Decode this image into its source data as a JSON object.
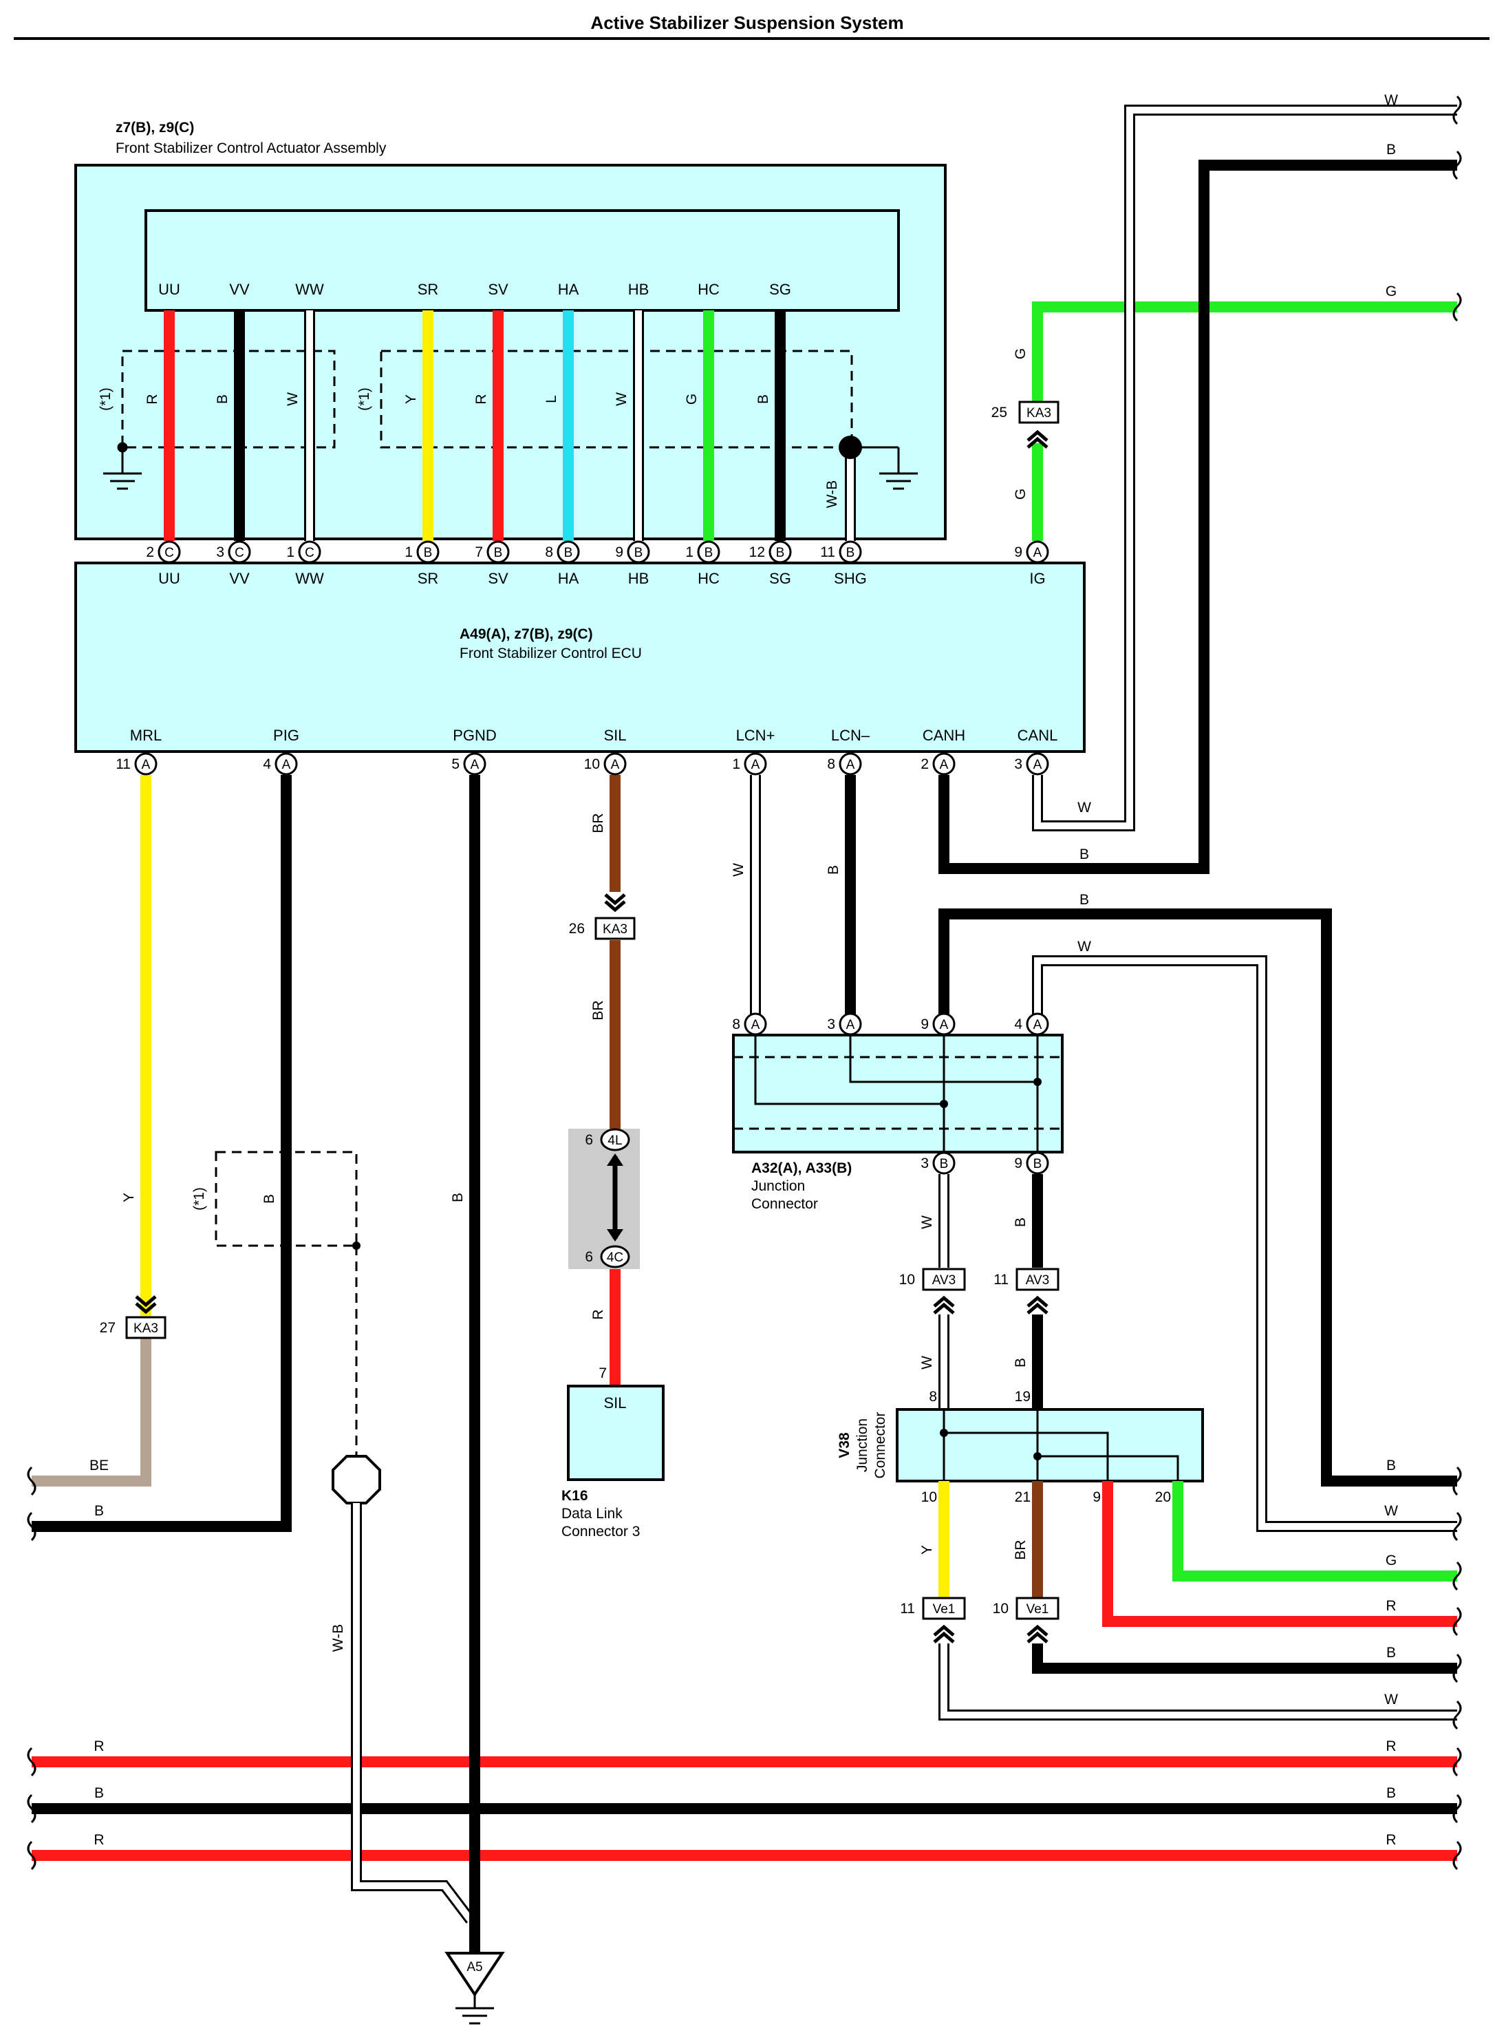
{
  "title": "Active Stabilizer Suspension System",
  "actuator": {
    "ref": "z7(B), z9(C)",
    "name": "Front Stabilizer Control Actuator Assembly",
    "inner_terminals": [
      "UU",
      "VV",
      "WW",
      "SR",
      "SV",
      "HA",
      "HB",
      "HC",
      "SG"
    ],
    "wire_codes": [
      "R",
      "B",
      "W",
      "Y",
      "R",
      "L",
      "W",
      "G",
      "B"
    ],
    "option_mark": "(*1)",
    "shield_wire": "W-B"
  },
  "ecu": {
    "ref": "A49(A), z7(B), z9(C)",
    "name": "Front Stabilizer Control ECU",
    "top_pins": [
      {
        "num": "2",
        "conn": "C",
        "label": "UU"
      },
      {
        "num": "3",
        "conn": "C",
        "label": "VV"
      },
      {
        "num": "1",
        "conn": "C",
        "label": "WW"
      },
      {
        "num": "1",
        "conn": "B",
        "label": "SR"
      },
      {
        "num": "7",
        "conn": "B",
        "label": "SV"
      },
      {
        "num": "8",
        "conn": "B",
        "label": "HA"
      },
      {
        "num": "9",
        "conn": "B",
        "label": "HB"
      },
      {
        "num": "1",
        "conn": "B",
        "label": "HC"
      },
      {
        "num": "12",
        "conn": "B",
        "label": "SG"
      },
      {
        "num": "11",
        "conn": "B",
        "label": "SHG"
      },
      {
        "num": "9",
        "conn": "A",
        "label": "IG"
      }
    ],
    "bottom_pins": [
      {
        "num": "11",
        "conn": "A",
        "label": "MRL"
      },
      {
        "num": "4",
        "conn": "A",
        "label": "PIG"
      },
      {
        "num": "5",
        "conn": "A",
        "label": "PGND"
      },
      {
        "num": "10",
        "conn": "A",
        "label": "SIL"
      },
      {
        "num": "1",
        "conn": "A",
        "label": "LCN+"
      },
      {
        "num": "8",
        "conn": "A",
        "label": "LCN–"
      },
      {
        "num": "2",
        "conn": "A",
        "label": "CANH"
      },
      {
        "num": "3",
        "conn": "A",
        "label": "CANL"
      }
    ]
  },
  "junction_a32": {
    "ref": "A32(A), A33(B)",
    "name_line1": "Junction",
    "name_line2": "Connector",
    "top_pins": [
      {
        "num": "8",
        "conn": "A"
      },
      {
        "num": "3",
        "conn": "A"
      },
      {
        "num": "9",
        "conn": "A"
      },
      {
        "num": "4",
        "conn": "A"
      }
    ],
    "bottom_pins": [
      {
        "num": "3",
        "conn": "B"
      },
      {
        "num": "9",
        "conn": "B"
      }
    ]
  },
  "junction_v38": {
    "ref": "V38",
    "name_line1": "Junction",
    "name_line2": "Connector",
    "top_pins": [
      "8",
      "19"
    ],
    "bottom_pins": [
      "10",
      "21",
      "9",
      "20"
    ]
  },
  "dlc": {
    "ref": "K16",
    "name_line1": "Data Link",
    "name_line2": "Connector 3",
    "terminal": "SIL",
    "pin": "7"
  },
  "connectors": {
    "ka3_ig": {
      "num": "25",
      "label": "KA3"
    },
    "ka3_sil": {
      "num": "26",
      "label": "KA3"
    },
    "ka3_mrl": {
      "num": "27",
      "label": "KA3"
    },
    "jc_4l": {
      "num": "6",
      "label": "4L"
    },
    "jc_4c": {
      "num": "6",
      "label": "4C"
    },
    "av3_w": {
      "num": "10",
      "label": "AV3"
    },
    "av3_b": {
      "num": "11",
      "label": "AV3"
    },
    "ve1_y": {
      "num": "11",
      "label": "Ve1"
    },
    "ve1_br": {
      "num": "10",
      "label": "Ve1"
    },
    "ground": {
      "label": "A5"
    }
  },
  "wire_labels": {
    "ig_top": "G",
    "ig_bottom": "G",
    "mrl": "Y",
    "mrl_out": "BE",
    "pig": "B",
    "pig_out": "B",
    "pig_option": "(*1)",
    "pig_option_wire": "B",
    "pgnd": "B",
    "shield": "W-B",
    "sil_top": "BR",
    "sil_mid": "BR",
    "sil_bottom": "R",
    "lcn_plus": "W",
    "lcn_minus": "B",
    "canh": "B",
    "canl": "W",
    "a32_out_top_b": "B",
    "a32_out_top_w": "W",
    "a32_down_w": "W",
    "a32_down_b": "B",
    "av3_down_w": "W",
    "av3_down_b": "B",
    "v38_y": "Y",
    "v38_br": "BR"
  },
  "right_edge_labels": [
    "W",
    "B",
    "G",
    "B",
    "W",
    "G",
    "R",
    "B",
    "W",
    "R",
    "B",
    "R"
  ],
  "left_edge_labels": [
    "BE",
    "B",
    "R",
    "B",
    "R"
  ],
  "colors": {
    "red": "#ff1a1a",
    "black": "#000000",
    "green": "#22ee22",
    "yellow": "#ffee00",
    "cyan": "#22dfee",
    "brown": "#8a3a10",
    "beige": "#b5a492",
    "box_fill": "#ccffff",
    "shade": "#cccccc"
  }
}
